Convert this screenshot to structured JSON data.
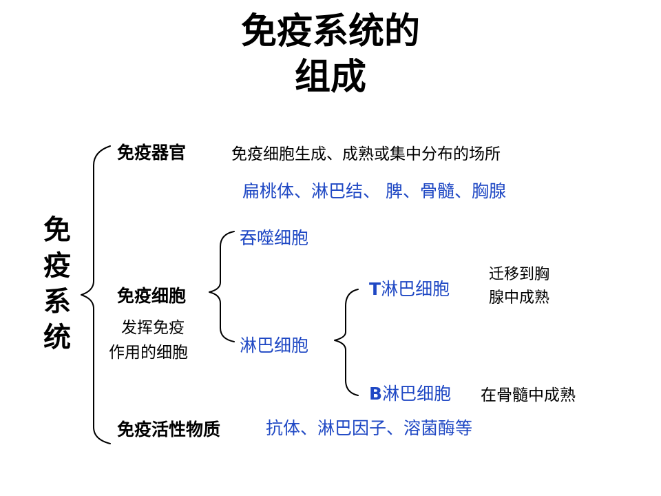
{
  "title": {
    "line1": "免疫系统的",
    "line2": "组成"
  },
  "root": {
    "chars": [
      "免",
      "疫",
      "系",
      "统"
    ]
  },
  "organs": {
    "label": "免疫器官",
    "description": "免疫细胞生成、成熟或集中分布的场所",
    "examples": "扁桃体、淋巴结、 脾、骨髓、胸腺"
  },
  "cells": {
    "label": "免疫细胞",
    "subtitle_line1": "发挥免疫",
    "subtitle_line2": "作用的细胞",
    "phagocyte": "吞噬细胞",
    "lymphocyte": "淋巴细胞",
    "t_cell": {
      "prefix": "T",
      "label": "淋巴细胞",
      "note_line1": "迁移到胸",
      "note_line2": "腺中成熟"
    },
    "b_cell": {
      "prefix": "B",
      "label": "淋巴细胞",
      "note": "在骨髓中成熟"
    }
  },
  "substances": {
    "label": "免疫活性物质",
    "examples": "抗体、淋巴因子、溶菌酶等"
  },
  "colors": {
    "text": "#000000",
    "accent_blue": "#1f48c4"
  }
}
